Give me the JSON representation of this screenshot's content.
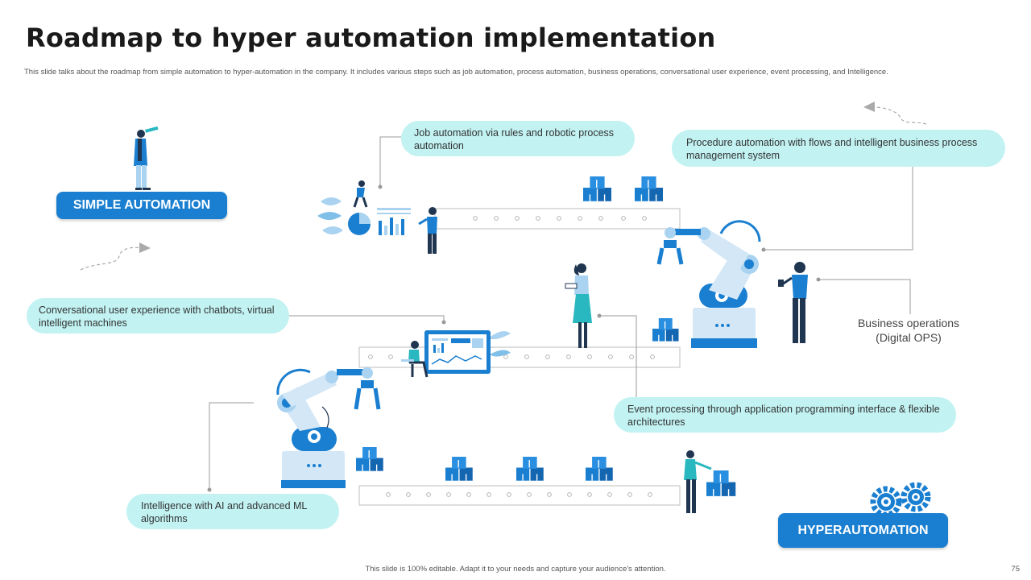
{
  "slide": {
    "title": "Roadmap to hyper automation implementation",
    "subtitle": "This slide talks about the roadmap from simple automation to hyper-automation in the company. It includes various steps such as job automation, process automation, business operations, conversational user experience, event processing, and Intelligence.",
    "footer": "This slide is 100% editable. Adapt it to your needs and capture your audience's attention.",
    "page_number": "75"
  },
  "badges": {
    "start": "SIMPLE AUTOMATION",
    "end": "HYPERAUTOMATION"
  },
  "steps": {
    "job": "Job automation via rules and robotic process automation",
    "procedure": "Procedure automation with flows and intelligent business process management system",
    "business_line1": "Business operations",
    "business_line2": "(Digital OPS)",
    "conversational": "Conversational  user experience with chatbots, virtual intelligent machines",
    "event": "Event processing through application programming  interface & flexible architectures",
    "intelligence": "Intelligence  with AI and advanced ML algorithms"
  },
  "colors": {
    "accent_blue": "#1a7fd0",
    "light_blue": "#a9d3f0",
    "callout_teal": "#c2f2f2",
    "figure_teal": "#2ab8c0",
    "dark_navy": "#1f3550"
  }
}
